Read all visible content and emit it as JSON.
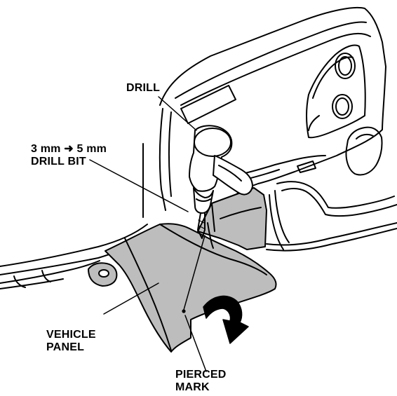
{
  "labels": {
    "drill": "DRILL",
    "drill_bit_line1": "3 mm ➜ 5 mm",
    "drill_bit_line2": "DRILL BIT",
    "vehicle_panel_line1": "VEHICLE",
    "vehicle_panel_line2": "PANEL",
    "pierced_mark_line1": "PIERCED",
    "pierced_mark_line2": "MARK"
  },
  "colors": {
    "line": "#000000",
    "panel_fill": "#bdbdbd",
    "panel_shade": "#a8a8a8",
    "background": "#ffffff",
    "drill_fill": "#ffffff"
  }
}
